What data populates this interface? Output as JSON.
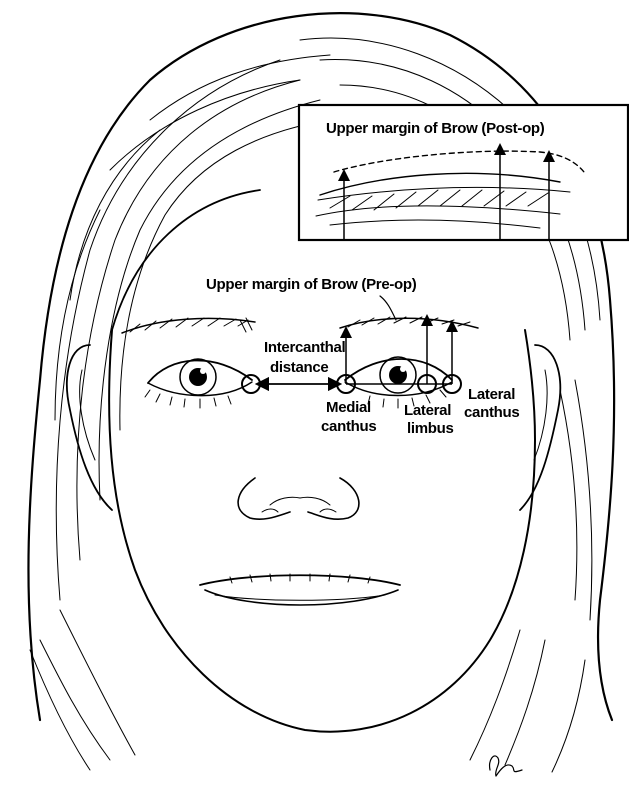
{
  "diagram": {
    "inset_title": "Upper margin of Brow (Post-op)",
    "preop_label": "Upper margin of Brow (Pre-op)",
    "labels": {
      "intercanthal_line1": "Intercanthal",
      "intercanthal_line2": "distance",
      "medial_line1": "Medial",
      "medial_line2": "canthus",
      "lateral_limbus_line1": "Lateral",
      "lateral_limbus_line2": "limbus",
      "lateral_canthus_line1": "Lateral",
      "lateral_canthus_line2": "canthus"
    },
    "colors": {
      "ink": "#000000",
      "paper": "#ffffff"
    }
  }
}
